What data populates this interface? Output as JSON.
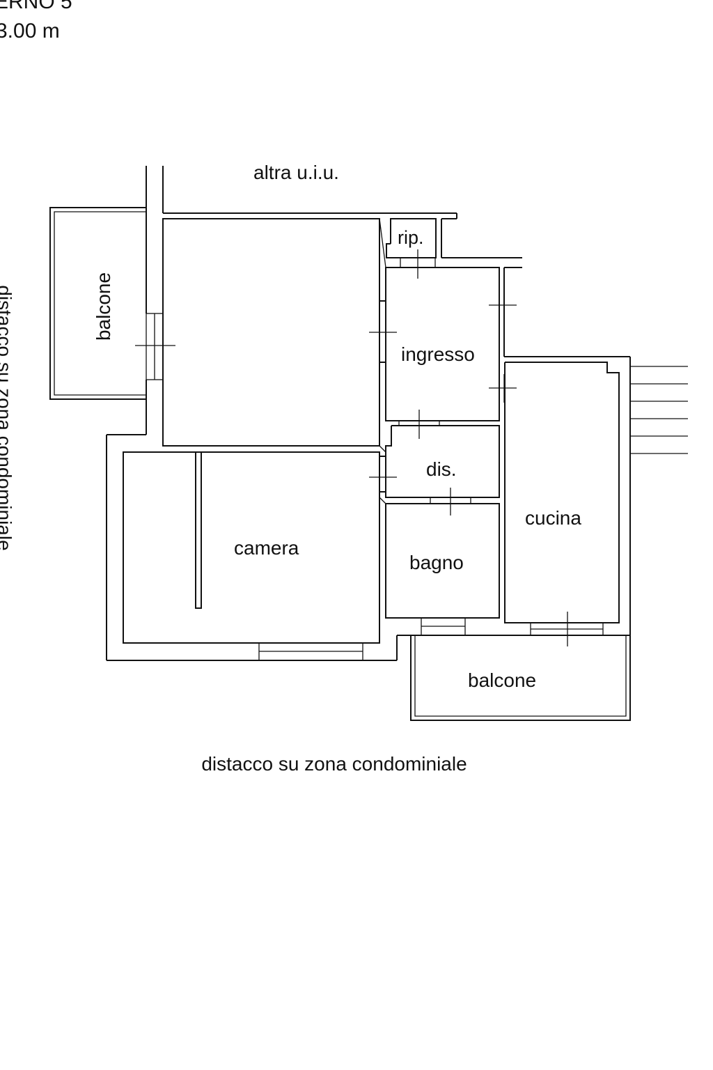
{
  "header": {
    "line1": "ERNO 5",
    "line2": "3.00 m"
  },
  "labels": {
    "top_neighbor": "altra u.i.u.",
    "left_side": "distacco su zona condominiale",
    "bottom_side": "distacco su zona condominiale"
  },
  "rooms": {
    "balcone_left": "balcone",
    "ripostiglio": "rip.",
    "ingresso": "ingresso",
    "disimpegno": "dis.",
    "cucina": "cucina",
    "camera": "camera",
    "bagno": "bagno",
    "balcone_bottom": "balcone"
  },
  "colors": {
    "line": "#111111",
    "background": "#ffffff"
  }
}
